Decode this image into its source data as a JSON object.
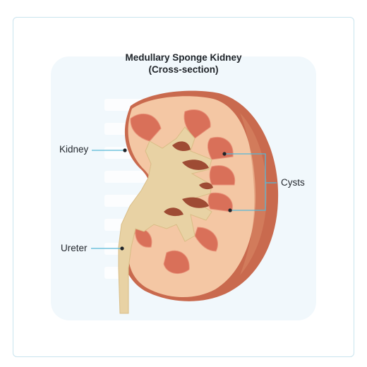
{
  "title_line1": "Medullary Sponge Kidney",
  "title_line2": "(Cross-section)",
  "labels": {
    "kidney": "Kidney",
    "ureter": "Ureter",
    "cysts": "Cysts"
  },
  "colors": {
    "leader": "#56b7d6",
    "capsule": "#c96a4e",
    "cortex": "#f4c7a4",
    "pyramid": "#d97059",
    "pelvis": "#e8d2a4",
    "cyst": "#9e4b34"
  }
}
